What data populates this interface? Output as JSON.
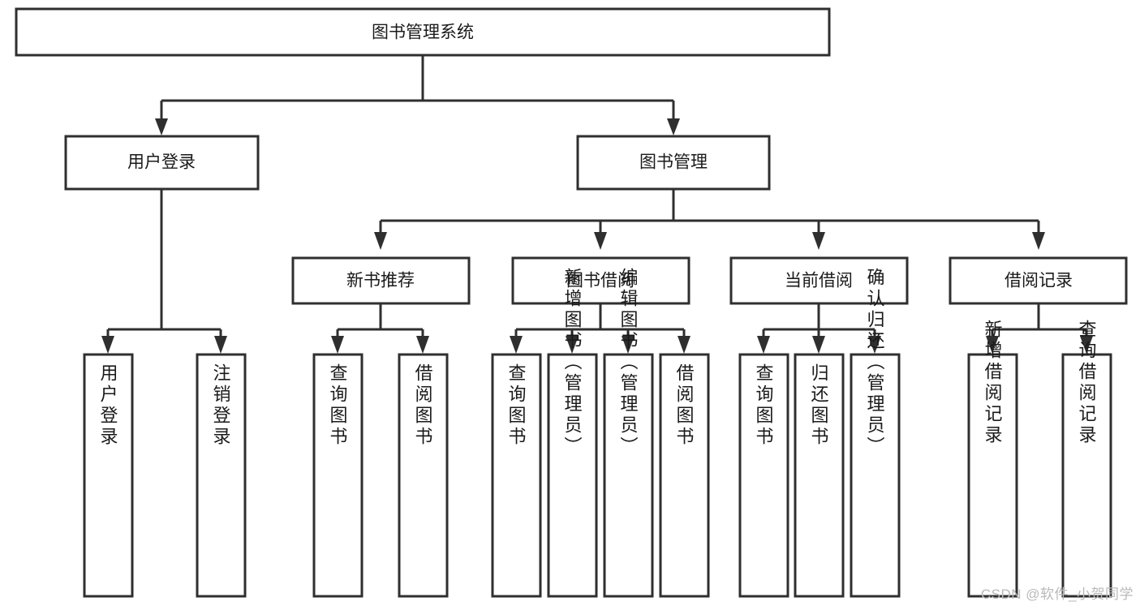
{
  "diagram": {
    "title": "图书管理系统",
    "type": "hierarchy-tree",
    "watermark": "CSDN @软件_小贺同学",
    "colors": {
      "stroke": "#2f2f2f",
      "box_fill": "#ffffff",
      "text": "#1a1a1a",
      "background": "#ffffff",
      "watermark": "#b9b9b9"
    },
    "levels": {
      "level1": [
        {
          "id": "root",
          "label": "图书管理系统",
          "orientation": "horizontal"
        }
      ],
      "level2": [
        {
          "id": "user-login",
          "label": "用户登录",
          "orientation": "horizontal"
        },
        {
          "id": "book-manage",
          "label": "图书管理",
          "orientation": "horizontal"
        }
      ],
      "level3": [
        {
          "id": "new-book-recommend",
          "label": "新书推荐",
          "orientation": "horizontal"
        },
        {
          "id": "book-borrow",
          "label": "图书借阅",
          "orientation": "horizontal"
        },
        {
          "id": "current-borrow",
          "label": "当前借阅",
          "orientation": "horizontal"
        },
        {
          "id": "borrow-record",
          "label": "借阅记录",
          "orientation": "horizontal"
        }
      ],
      "level4": [
        {
          "id": "leaf-user-login",
          "label": "用户登录",
          "parent": "user-login",
          "orientation": "vertical"
        },
        {
          "id": "leaf-logout",
          "label": "注销登录",
          "parent": "user-login",
          "orientation": "vertical"
        },
        {
          "id": "leaf-query-book-1",
          "label": "查询图书",
          "parent": "new-book-recommend",
          "orientation": "vertical"
        },
        {
          "id": "leaf-borrow-book-1",
          "label": "借阅图书",
          "parent": "new-book-recommend",
          "orientation": "vertical"
        },
        {
          "id": "leaf-query-book-2",
          "label": "查询图书",
          "parent": "book-borrow",
          "orientation": "vertical"
        },
        {
          "id": "leaf-add-book",
          "label": "新增图书（管理员）",
          "parent": "book-borrow",
          "orientation": "vertical"
        },
        {
          "id": "leaf-edit-book",
          "label": "编辑图书（管理员）",
          "parent": "book-borrow",
          "orientation": "vertical"
        },
        {
          "id": "leaf-borrow-book-2",
          "label": "借阅图书",
          "parent": "book-borrow",
          "orientation": "vertical"
        },
        {
          "id": "leaf-query-book-3",
          "label": "查询图书",
          "parent": "current-borrow",
          "orientation": "vertical"
        },
        {
          "id": "leaf-return-book",
          "label": "归还图书",
          "parent": "current-borrow",
          "orientation": "vertical"
        },
        {
          "id": "leaf-confirm-return",
          "label": "确认归还（管理员）",
          "parent": "current-borrow",
          "orientation": "vertical"
        },
        {
          "id": "leaf-add-record",
          "label": "新增借阅记录",
          "parent": "borrow-record",
          "orientation": "vertical"
        },
        {
          "id": "leaf-query-record",
          "label": "查询借阅记录",
          "parent": "borrow-record",
          "orientation": "vertical"
        }
      ]
    }
  }
}
